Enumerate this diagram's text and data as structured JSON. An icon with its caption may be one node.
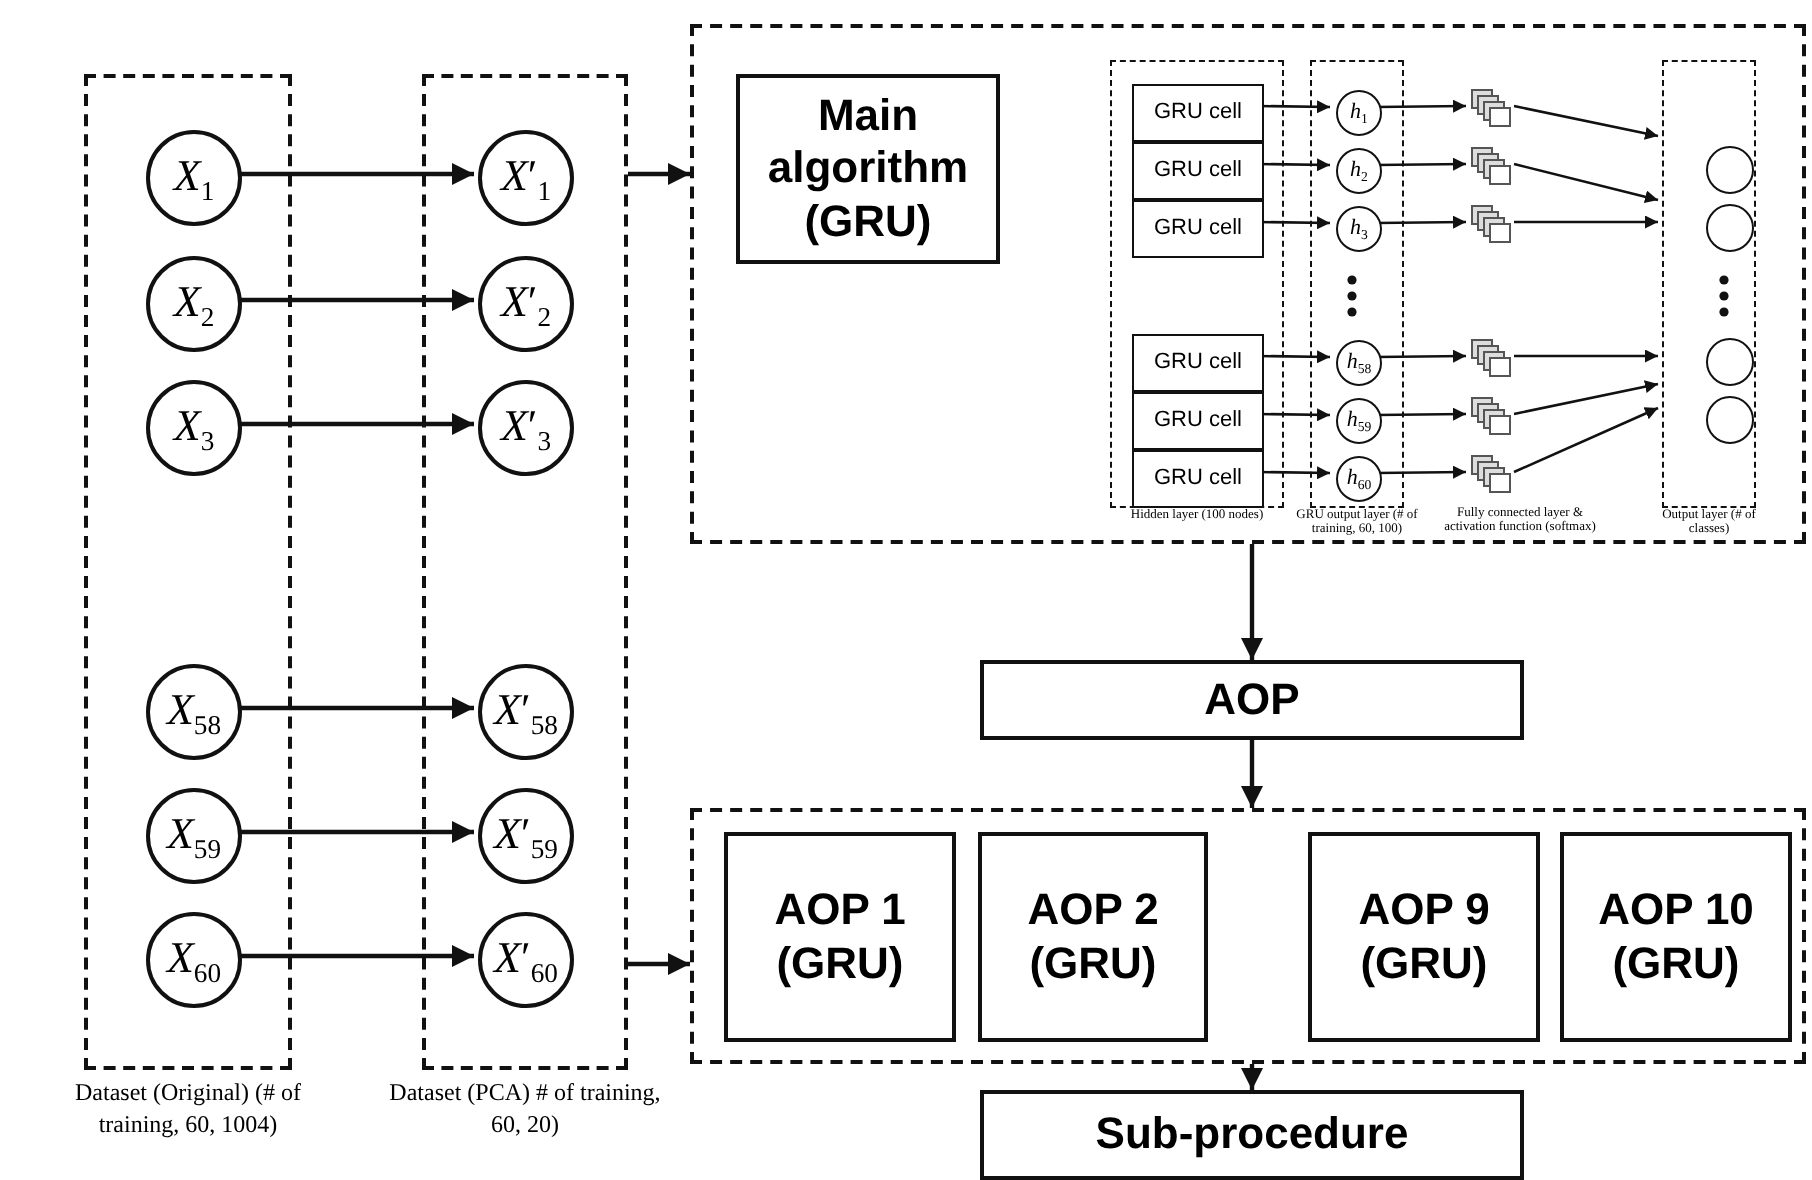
{
  "diagram": {
    "nodes": [
      {
        "text": [
          "Dataset (Original) (# of training, 60, 1004)"
        ]
      },
      {
        "text": [
          "*X*$_{1}$"
        ],
        "in": 0
      },
      {
        "text": [
          "*X*$_{2}$"
        ],
        "in": 0
      },
      {
        "text": [
          "*X*$_{3}$"
        ],
        "in": 0
      },
      {
        "text": [
          "*X*$_{58}$"
        ],
        "in": 0
      },
      {
        "text": [
          "*X*$_{59}$"
        ],
        "in": 0
      },
      {
        "text": [
          "*X*$_{60}$"
        ],
        "in": 0
      },
      {
        "text": [
          "Dataset (PCA) # of training, 60, 20)"
        ]
      },
      {
        "text": [
          "*X*′$_{1}$"
        ],
        "in": 7
      },
      {
        "text": [
          "*X*′$_{2}$"
        ],
        "in": 7
      },
      {
        "text": [
          "*X*′$_{3}$"
        ],
        "in": 7
      },
      {
        "text": [
          "*X*′$_{58}$"
        ],
        "in": 7
      },
      {
        "text": [
          "*X*′$_{59}$"
        ],
        "in": 7
      },
      {
        "text": [
          "*X*′$_{60}$"
        ],
        "in": 7
      },
      {
        "text": [],
        "shape": "box"
      },
      {
        "text": [
          "Main algorithm (GRU)"
        ],
        "in": 14
      },
      {
        "text": [
          "Hidden layer (100 nodes)"
        ],
        "in": 14
      },
      {
        "text": [
          "GRU cell"
        ],
        "in": 16
      },
      {
        "text": [
          "GRU cell"
        ],
        "in": 16
      },
      {
        "text": [
          "GRU cell"
        ],
        "in": 16
      },
      {
        "text": [
          "GRU cell"
        ],
        "in": 16
      },
      {
        "text": [
          "GRU cell"
        ],
        "in": 16
      },
      {
        "text": [
          "GRU cell"
        ],
        "in": 16
      },
      {
        "text": [
          "GRU output layer (# of training, 60, 100)"
        ],
        "in": 14
      },
      {
        "text": [
          "*h*$_{1}$"
        ],
        "in": 23
      },
      {
        "text": [
          "*h*$_{2}$"
        ],
        "in": 23
      },
      {
        "text": [
          "*h*$_{3}$"
        ],
        "in": 23
      },
      {
        "text": [
          "*h*$_{58}$"
        ],
        "in": 23
      },
      {
        "text": [
          "*h*$_{59}$"
        ],
        "in": 23
      },
      {
        "text": [
          "*h*$_{60}$"
        ],
        "in": 23
      },
      {
        "text": [],
        "shape": "picture",
        "in": 14
      },
      {
        "text": [],
        "shape": "picture",
        "in": 14
      },
      {
        "text": [],
        "shape": "picture",
        "in": 14
      },
      {
        "text": [],
        "shape": "picture",
        "in": 14
      },
      {
        "text": [],
        "shape": "picture",
        "in": 14
      },
      {
        "text": [],
        "shape": "picture",
        "in": 14
      },
      {
        "text": [
          "Output layer (# of classes)"
        ],
        "in": 14
      },
      {
        "text": [],
        "shape": "circle",
        "in": 36
      },
      {
        "text": [],
        "shape": "circle",
        "in": 36
      },
      {
        "text": [],
        "shape": "circle",
        "in": 36
      },
      {
        "text": [],
        "shape": "circle",
        "in": 36
      },
      {
        "text": [
          "AOP"
        ]
      },
      {
        "text": [],
        "shape": "box"
      },
      {
        "text": [
          "AOP 1 (GRU)"
        ],
        "in": 42
      },
      {
        "text": [
          "AOP 2 (GRU)"
        ],
        "in": 42
      },
      {
        "text": [
          "AOP 9 (GRU)"
        ],
        "in": 42
      },
      {
        "text": [
          "AOP 10 (GRU)"
        ],
        "in": 42
      },
      {
        "text": [
          "Sub-procedure"
        ]
      }
    ],
    "edges": [
      {
        "from": 1,
        "to": 8,
        "arrow": "to"
      },
      {
        "from": 2,
        "to": 9,
        "arrow": "to"
      },
      {
        "from": 3,
        "to": 10,
        "arrow": "to"
      },
      {
        "from": 4,
        "to": 11,
        "arrow": "to"
      },
      {
        "from": 5,
        "to": 12,
        "arrow": "to"
      },
      {
        "from": 6,
        "to": 13,
        "arrow": "to"
      },
      {
        "from": 7,
        "to": 14,
        "arrow": "to"
      },
      {
        "from": 7,
        "to": 42,
        "arrow": "to"
      },
      {
        "from": 14,
        "to": 41,
        "arrow": "to"
      },
      {
        "from": 41,
        "to": 42,
        "arrow": "to"
      },
      {
        "from": 42,
        "to": 47,
        "arrow": "to"
      },
      {
        "from": 17,
        "to": 24,
        "arrow": "to"
      },
      {
        "from": 18,
        "to": 25,
        "arrow": "to"
      },
      {
        "from": 19,
        "to": 26,
        "arrow": "to"
      },
      {
        "from": 20,
        "to": 27,
        "arrow": "to"
      },
      {
        "from": 21,
        "to": 28,
        "arrow": "to"
      },
      {
        "from": 22,
        "to": 29,
        "arrow": "to"
      },
      {
        "from": 24,
        "to": 30,
        "arrow": "to"
      },
      {
        "from": 25,
        "to": 31,
        "arrow": "to"
      },
      {
        "from": 26,
        "to": 32,
        "arrow": "to"
      },
      {
        "from": 27,
        "to": 33,
        "arrow": "to"
      },
      {
        "from": 28,
        "to": 34,
        "arrow": "to"
      },
      {
        "from": 29,
        "to": 35,
        "arrow": "to"
      },
      {
        "from": 30,
        "to": 36,
        "arrow": "to"
      },
      {
        "from": 31,
        "to": 36,
        "arrow": "to"
      },
      {
        "from": 32,
        "to": 36,
        "arrow": "to"
      },
      {
        "from": 33,
        "to": 36,
        "arrow": "to"
      },
      {
        "from": 34,
        "to": 36,
        "arrow": "to"
      },
      {
        "from": 35,
        "to": 36,
        "arrow": "to"
      }
    ],
    "labels": [
      "Fully connected layer & activation function (softmax)"
    ]
  }
}
